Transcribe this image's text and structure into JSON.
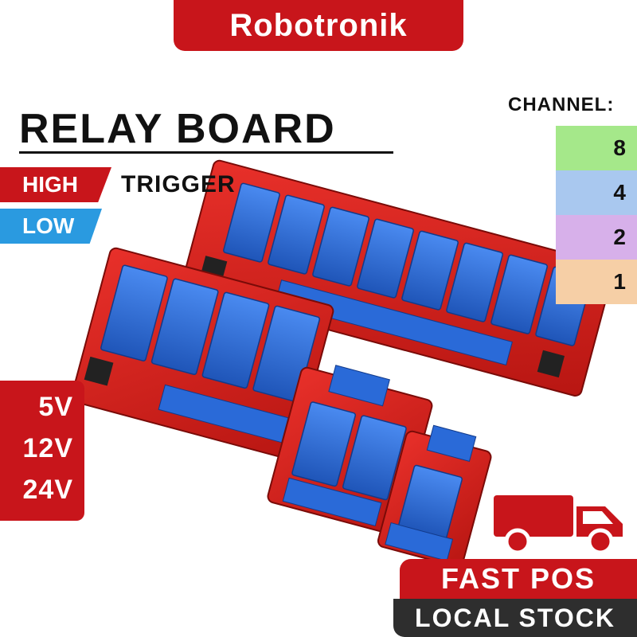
{
  "brand": {
    "name": "Robotronik"
  },
  "title": "RELAY BOARD",
  "trigger": {
    "high": "HIGH",
    "low": "LOW",
    "label": "TRIGGER"
  },
  "channel": {
    "label": "CHANNEL:",
    "options": [
      {
        "value": "8",
        "color": "#a5e88a"
      },
      {
        "value": "4",
        "color": "#a9c8ef"
      },
      {
        "value": "2",
        "color": "#d7b0ea"
      },
      {
        "value": "1",
        "color": "#f6cfa6"
      }
    ]
  },
  "voltages": [
    "5V",
    "12V",
    "24V"
  ],
  "badges": {
    "fast": "FAST POS",
    "stock": "LOCAL STOCK"
  },
  "colors": {
    "brand_red": "#c8151b",
    "low_blue": "#2a9ae0",
    "pcb_red": "#d8231c",
    "relay_blue": "#2f6fd6"
  },
  "icons": [
    "delivery-truck-icon"
  ]
}
